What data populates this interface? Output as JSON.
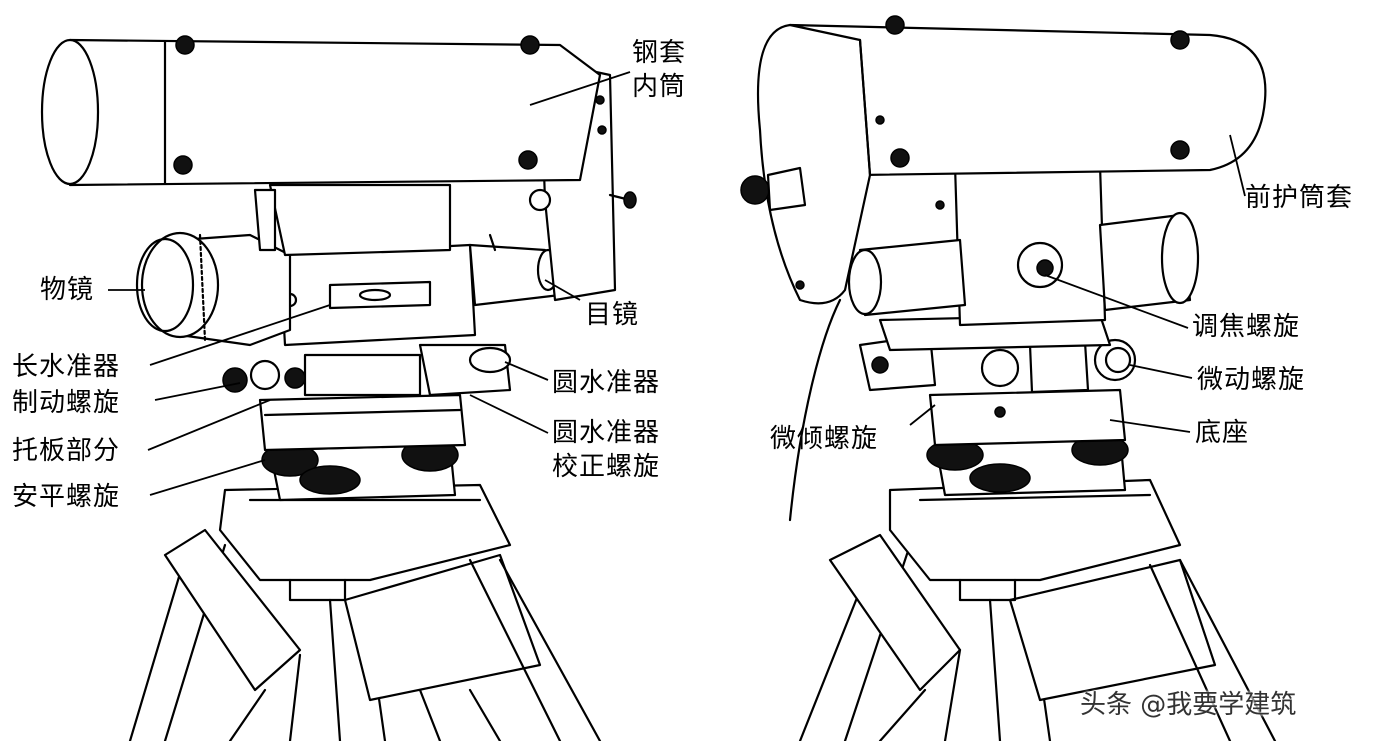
{
  "left_labels": {
    "outer_tube": [
      "钢套",
      "内筒"
    ],
    "objective": "物镜",
    "eyepiece": "目镜",
    "tube_level": "长水准器",
    "brake_screw": "制动螺旋",
    "tribrach": "托板部分",
    "foot_screw": "安平螺旋",
    "circular_level": "圆水准器",
    "circular_level_adjust": [
      "圆水准器",
      "校正螺旋"
    ]
  },
  "right_labels": {
    "front_cover": "前护筒套",
    "focus_screw": "调焦螺旋",
    "tangent_screw": "微动螺旋",
    "tilt_screw": "微倾螺旋",
    "base": "底座"
  },
  "watermark": "头条 @我要学建筑"
}
